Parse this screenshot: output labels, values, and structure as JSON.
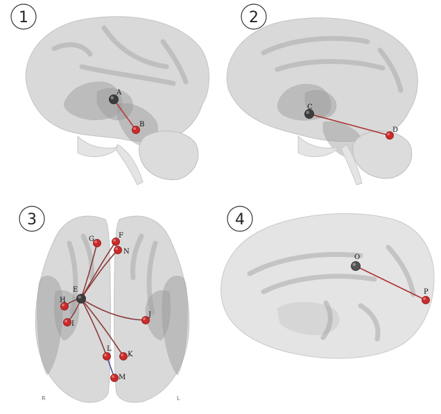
{
  "panels": [
    {
      "id": "p1",
      "number": "1"
    },
    {
      "id": "p2",
      "number": "2"
    },
    {
      "id": "p3",
      "number": "3"
    },
    {
      "id": "p4",
      "number": "4"
    }
  ],
  "nodes": {
    "A": {
      "label": "A",
      "kind": "hub",
      "color": "#3d3d3d"
    },
    "B": {
      "label": "B",
      "kind": "target",
      "color": "#cc2a2a"
    },
    "C": {
      "label": "C",
      "kind": "hub",
      "color": "#3d3d3d"
    },
    "D": {
      "label": "D",
      "kind": "target",
      "color": "#cc2a2a"
    },
    "E": {
      "label": "E",
      "kind": "hub",
      "color": "#3d3d3d"
    },
    "F": {
      "label": "F",
      "kind": "target",
      "color": "#cc2a2a"
    },
    "G": {
      "label": "G",
      "kind": "target",
      "color": "#cc2a2a"
    },
    "H": {
      "label": "H",
      "kind": "target",
      "color": "#cc2a2a"
    },
    "I": {
      "label": "I",
      "kind": "target",
      "color": "#cc2a2a"
    },
    "J": {
      "label": "J",
      "kind": "target",
      "color": "#cc2a2a"
    },
    "K": {
      "label": "K",
      "kind": "target",
      "color": "#cc2a2a"
    },
    "L": {
      "label": "L",
      "kind": "target",
      "color": "#cc2a2a"
    },
    "M": {
      "label": "M",
      "kind": "target",
      "color": "#cc2a2a"
    },
    "N": {
      "label": "N",
      "kind": "target",
      "color": "#cc2a2a"
    },
    "O": {
      "label": "O",
      "kind": "hub",
      "color": "#555555"
    },
    "P": {
      "label": "P",
      "kind": "target",
      "color": "#cc2a2a"
    }
  },
  "edges": [
    {
      "from": "A",
      "to": "B",
      "color": "#b33a3a"
    },
    {
      "from": "C",
      "to": "D",
      "color": "#a83232"
    },
    {
      "from": "E",
      "to": "F",
      "color": "#8a3a3a"
    },
    {
      "from": "E",
      "to": "G",
      "color": "#8a3a3a"
    },
    {
      "from": "E",
      "to": "H",
      "color": "#8a3a3a"
    },
    {
      "from": "E",
      "to": "I",
      "color": "#8a3a3a"
    },
    {
      "from": "E",
      "to": "J",
      "color": "#8a3a3a"
    },
    {
      "from": "E",
      "to": "K",
      "color": "#8a3a3a"
    },
    {
      "from": "E",
      "to": "L",
      "color": "#8a3a3a"
    },
    {
      "from": "E",
      "to": "N",
      "color": "#8a3a3a"
    },
    {
      "from": "L",
      "to": "M",
      "color": "#4a4a9a"
    },
    {
      "from": "O",
      "to": "P",
      "color": "#b03030"
    }
  ],
  "orientation": {
    "right": "R",
    "left": "L"
  },
  "colors": {
    "hub": "#3d3d3d",
    "target": "#cc2a2a",
    "brain": "#d9d9d9"
  }
}
